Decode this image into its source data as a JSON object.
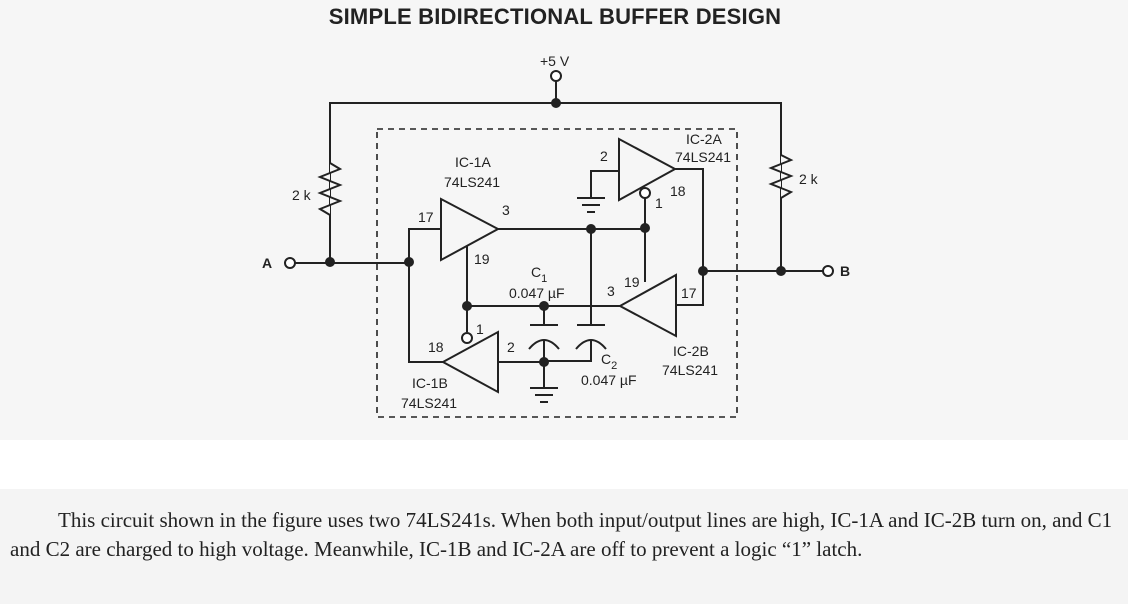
{
  "figure": {
    "title": "SIMPLE BIDIRECTIONAL BUFFER DESIGN",
    "supply_label": "+5 V",
    "resistor_left": "2 k",
    "resistor_right": "2 k",
    "terminal_a": "A",
    "terminal_b": "B",
    "ic1a": {
      "name": "IC-1A",
      "part": "74LS241",
      "pin_in": "17",
      "pin_out": "3",
      "pin_en": "19"
    },
    "ic1b": {
      "name": "IC-1B",
      "part": "74LS241",
      "pin_in": "2",
      "pin_out": "18",
      "pin_en": "1"
    },
    "ic2a": {
      "name": "IC-2A",
      "part": "74LS241",
      "pin_in": "2",
      "pin_out": "18",
      "pin_en": "1"
    },
    "ic2b": {
      "name": "IC-2B",
      "part": "74LS241",
      "pin_in": "17",
      "pin_out": "3",
      "pin_en": "19"
    },
    "c1": {
      "name": "C",
      "sub": "1",
      "value": "0.047 µF"
    },
    "c2": {
      "name": "C",
      "sub": "2",
      "value": "0.047 µF"
    }
  },
  "body_text": "This circuit shown in the figure uses two 74LS241s. When both input/output lines are high, IC-1A and IC-2B turn on, and C1 and C2 are charged to high voltage. Meanwhile, IC-1B and IC-2A are off to prevent a logic “1” latch."
}
